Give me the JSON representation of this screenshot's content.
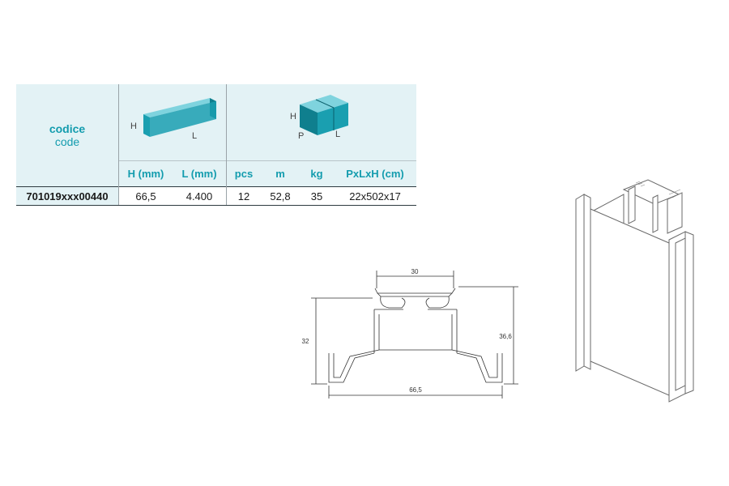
{
  "table": {
    "code_label": "codice",
    "code_label_en": "code",
    "profile_icon": {
      "label_h": "H",
      "label_l": "L"
    },
    "package_icon": {
      "label_h": "H",
      "label_p": "P",
      "label_l": "L"
    },
    "columns": [
      "H (mm)",
      "L (mm)",
      "pcs",
      "m",
      "kg",
      "PxLxH (cm)"
    ],
    "rows": [
      {
        "code": "701019xxx00440",
        "values": [
          "66,5",
          "4.400",
          "12",
          "52,8",
          "35",
          "22x502x17"
        ]
      }
    ]
  },
  "drawing": {
    "dim_top": "30",
    "dim_left": "32",
    "dim_right": "36,6",
    "dim_bottom": "66,5"
  },
  "colors": {
    "accent": "#139cae",
    "header_bg": "#e3f2f5",
    "icon_fill": "#1a9fb0"
  }
}
